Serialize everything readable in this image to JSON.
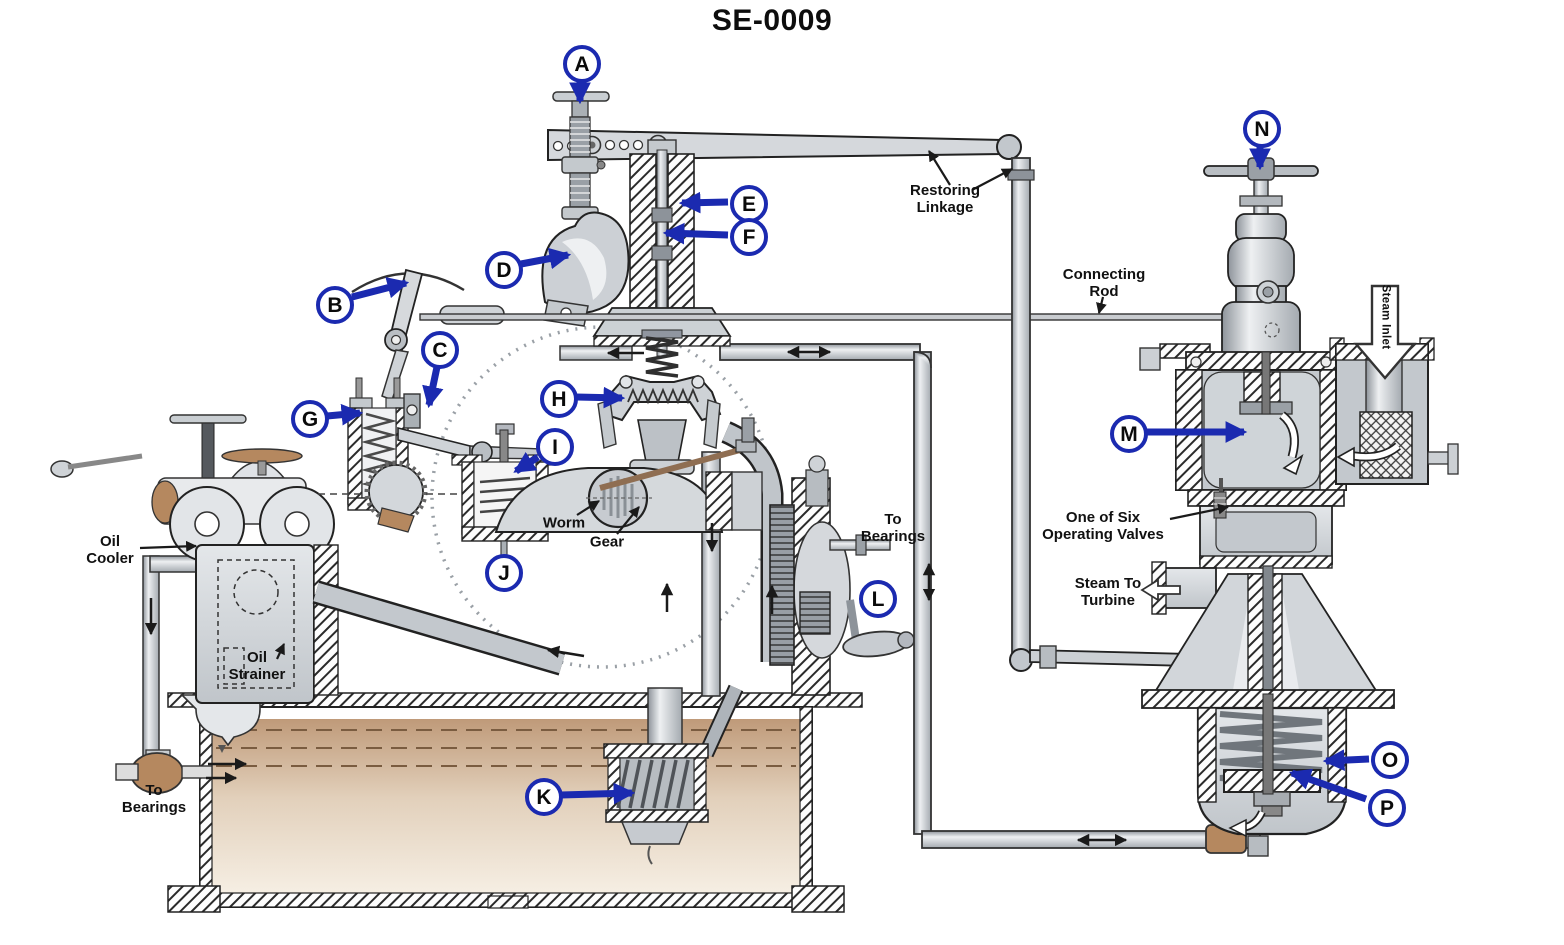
{
  "title": "SE-0009",
  "callouts": [
    {
      "letter": "A"
    },
    {
      "letter": "B"
    },
    {
      "letter": "C"
    },
    {
      "letter": "D"
    },
    {
      "letter": "E"
    },
    {
      "letter": "F"
    },
    {
      "letter": "G"
    },
    {
      "letter": "H"
    },
    {
      "letter": "I"
    },
    {
      "letter": "J"
    },
    {
      "letter": "K"
    },
    {
      "letter": "L"
    },
    {
      "letter": "M"
    },
    {
      "letter": "N"
    },
    {
      "letter": "O"
    },
    {
      "letter": "P"
    }
  ],
  "annotations": {
    "restoring_linkage": "Restoring\nLinkage",
    "connecting_rod": "Connecting\nRod",
    "steam_inlet": "Steam Inlet",
    "oil_cooler": "Oil\nCooler",
    "oil_strainer": "Oil\nStrainer",
    "to_bearings_left": "To\nBearings",
    "to_bearings_right": "To\nBearings",
    "worm": "Worm",
    "gear": "Gear",
    "operating_valves": "One of Six\nOperating Valves",
    "steam_to_turbine": "Steam To\nTurbine"
  },
  "colors": {
    "callout_blue": "#1b2ab0",
    "outline_black": "#1a1a1a",
    "metal_light": "#d8dbdf",
    "metal_mid": "#b4b8bf",
    "oil_tan_dark": "#bf9a79",
    "oil_tan_light": "#f4ede2",
    "brass": "#b5885f",
    "background": "#ffffff"
  }
}
